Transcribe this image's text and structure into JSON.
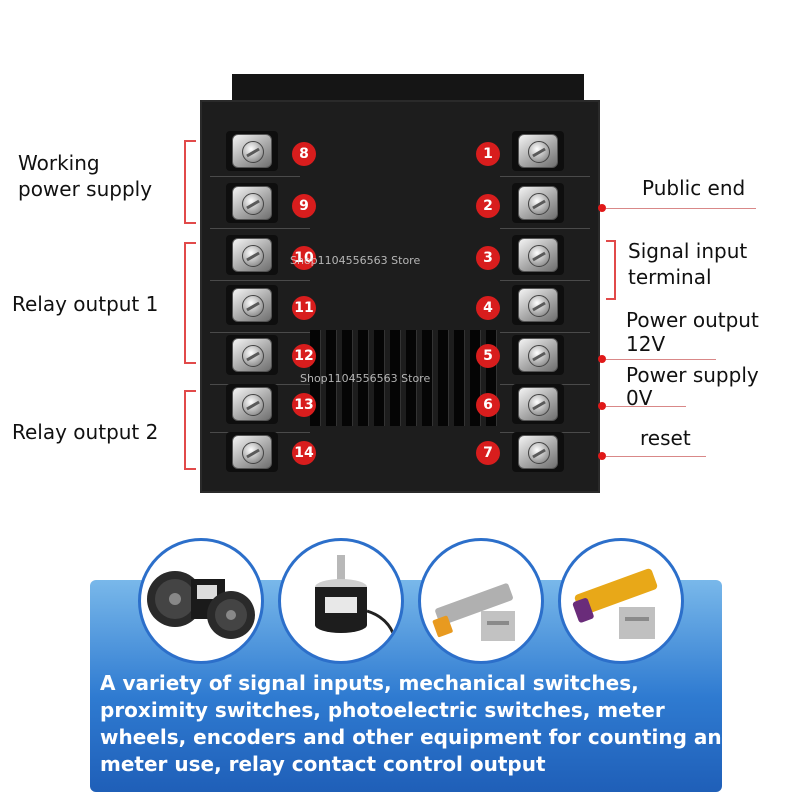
{
  "left_terminals": [
    "8",
    "9",
    "10",
    "11",
    "12",
    "13",
    "14"
  ],
  "right_terminals": [
    "1",
    "2",
    "3",
    "4",
    "5",
    "6",
    "7"
  ],
  "left_labels": {
    "working_power_line1": "Working",
    "working_power_line2": "power supply",
    "relay1": "Relay output 1",
    "relay2": "Relay output 2"
  },
  "right_labels": {
    "public_end": "Public end",
    "signal_input_line1": "Signal input",
    "signal_input_line2": "terminal",
    "power_output_line1": "Power output",
    "power_output_line2": "12V",
    "power_supply_line1": "Power supply",
    "power_supply_line2": "0V",
    "reset": "reset"
  },
  "watermark": "Shop1104556563 Store",
  "banner_text": "A variety of signal inputs, mechanical switches, proximity switches, photoelectric switches, meter wheels, encoders and other equipment for counting and meter use, relay contact control output",
  "devices": [
    "meter-wheel",
    "encoder",
    "proximity-switch",
    "photoelectric-switch"
  ],
  "colors": {
    "accent_red": "#d81d1d",
    "banner_blue": "#2f7bd1",
    "device_black": "#1d1d1d"
  }
}
